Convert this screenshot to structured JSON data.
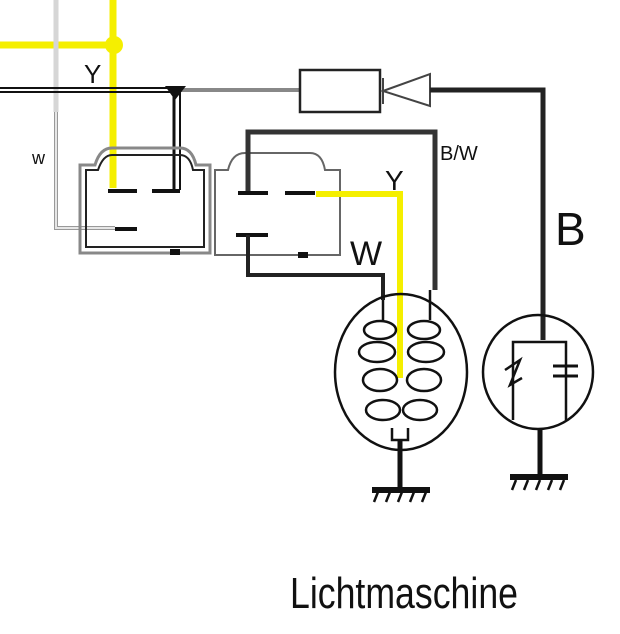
{
  "diagram": {
    "title": "Lichtmaschine",
    "wire_labels": {
      "yellow_top": "Y",
      "white_left": "w",
      "black_white": "B/W",
      "yellow_right": "Y",
      "white_right": "W",
      "black": "B"
    },
    "colors": {
      "yellow": "#f5ef00",
      "black": "#111111",
      "gray": "#888888",
      "light_gray": "#cccccc"
    }
  }
}
